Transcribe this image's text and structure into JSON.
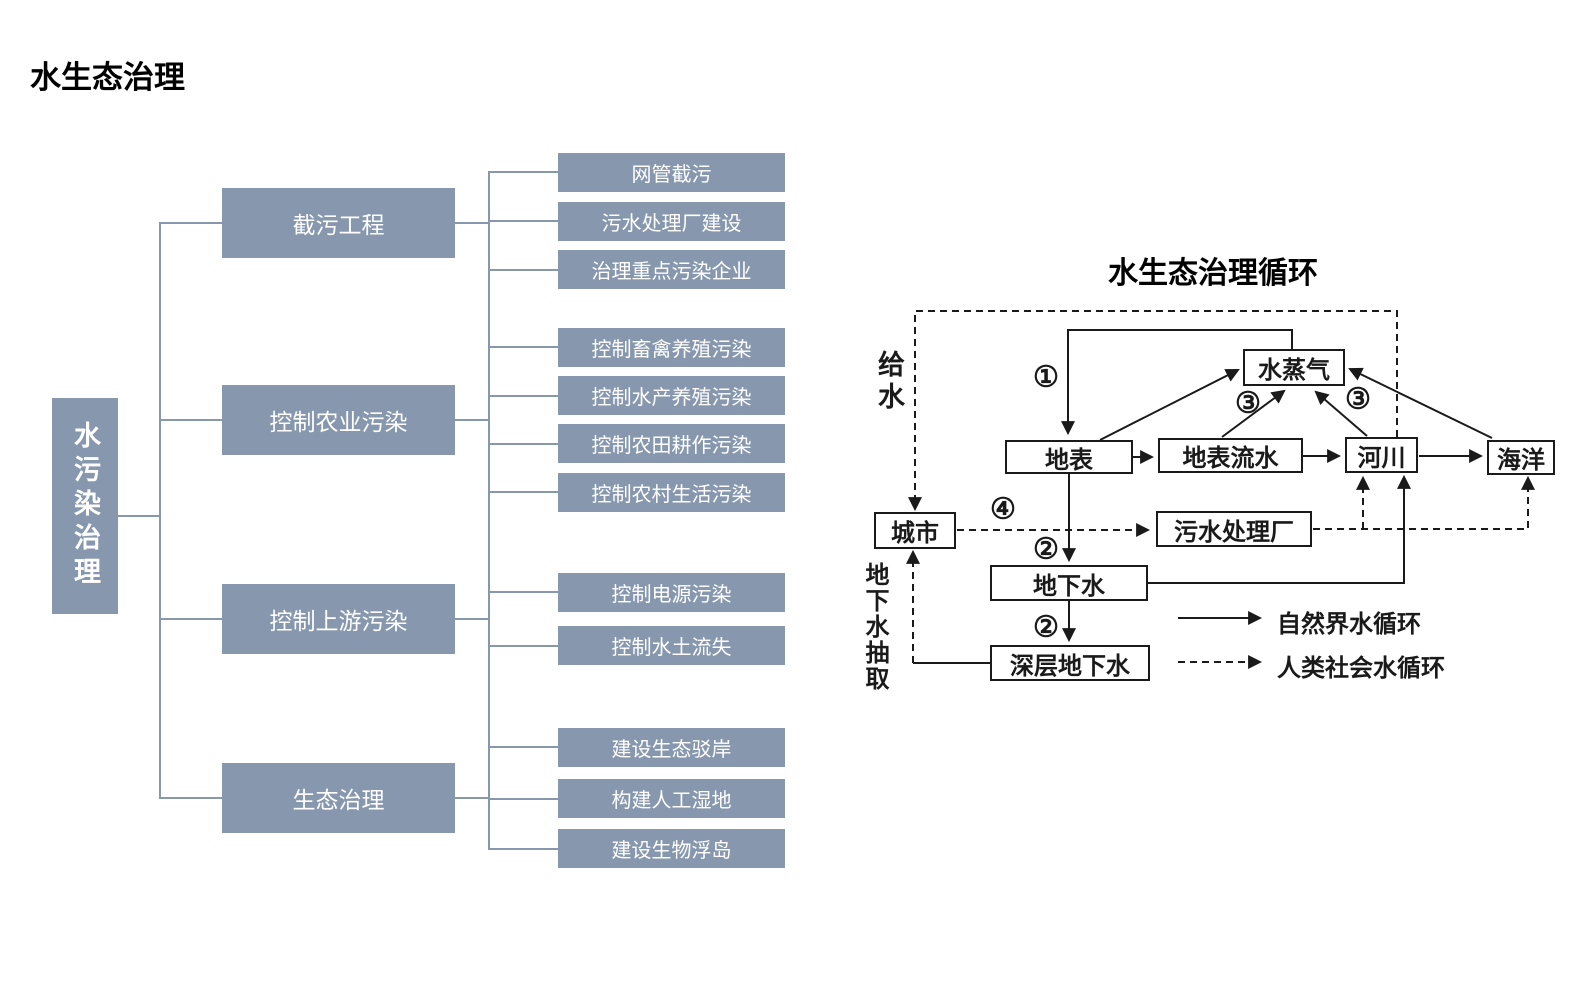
{
  "page": {
    "title": "水生态治理"
  },
  "tree": {
    "root": "水污染治理",
    "box_color": "#8697AE",
    "text_color": "#FFFFFF",
    "branches": [
      {
        "label": "截污工程",
        "children": [
          "网管截污",
          "污水处理厂建设",
          "治理重点污染企业"
        ]
      },
      {
        "label": "控制农业污染",
        "children": [
          "控制畜禽养殖污染",
          "控制水产养殖污染",
          "控制农田耕作污染",
          "控制农村生活污染"
        ]
      },
      {
        "label": "控制上游污染",
        "children": [
          "控制电源污染",
          "控制水土流失"
        ]
      },
      {
        "label": "生态治理",
        "children": [
          "建设生态驳岸",
          "构建人工湿地",
          "建设生物浮岛"
        ]
      }
    ]
  },
  "cycle": {
    "title": "水生态治理循环",
    "line_color": "#1a1a1a",
    "nodes": {
      "vapor": "水蒸气",
      "surface": "地表",
      "surface_flow": "地表流水",
      "river": "河川",
      "ocean": "海洋",
      "city": "城市",
      "sewage_plant": "污水处理厂",
      "groundwater": "地下水",
      "deep_groundwater": "深层地下水"
    },
    "labels": {
      "water_supply": "给水",
      "groundwater_extraction": "地下水抽取",
      "circ1": "①",
      "circ2": "②",
      "circ3": "③",
      "circ4": "④"
    },
    "legend": {
      "solid": "自然界水循环",
      "dashed": "人类社会水循环"
    }
  }
}
